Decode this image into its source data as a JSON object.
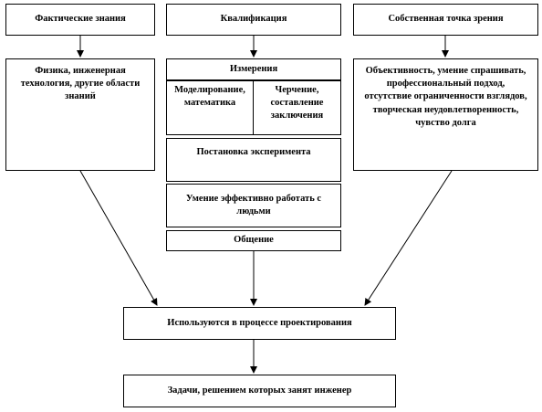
{
  "columns": {
    "left": {
      "header": "Фактические знания",
      "body": "Физика, инженерная технология, другие области знаний"
    },
    "middle": {
      "header": "Квалификация",
      "measurements": "Измерения",
      "modeling": "Моделирование, математика",
      "drafting": "Черчение, составление заключения",
      "experiment": "Постановка эксперимента",
      "teamwork": "Умение эффективно работать с людьми",
      "communication": "Общение"
    },
    "right": {
      "header": "Собственная точка зрения",
      "body": "Объективность, умение спрашивать, профессиональный подход, отсутствие ограниченности взглядов, творческая неудовлетворенность, чувство долга"
    }
  },
  "process": "Используются в процессе проектирования",
  "tasks": "Задачи, решением которых занят инженер"
}
